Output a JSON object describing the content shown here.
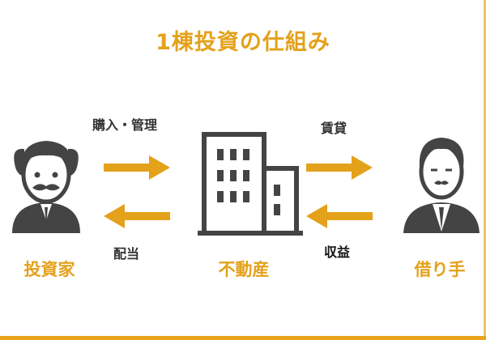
{
  "title": "1棟投資の仕組み",
  "entities": {
    "investor": "投資家",
    "property": "不動産",
    "borrower": "借り手"
  },
  "flows": {
    "purchase_management": "購入・管理",
    "dividend": "配当",
    "lease": "賃貸",
    "revenue": "収益"
  },
  "colors": {
    "accent": "#e4a11a",
    "icon": "#444444"
  },
  "icons": [
    "investor-person-icon",
    "building-icon",
    "borrower-person-icon",
    "arrow-right-icon",
    "arrow-left-icon"
  ]
}
